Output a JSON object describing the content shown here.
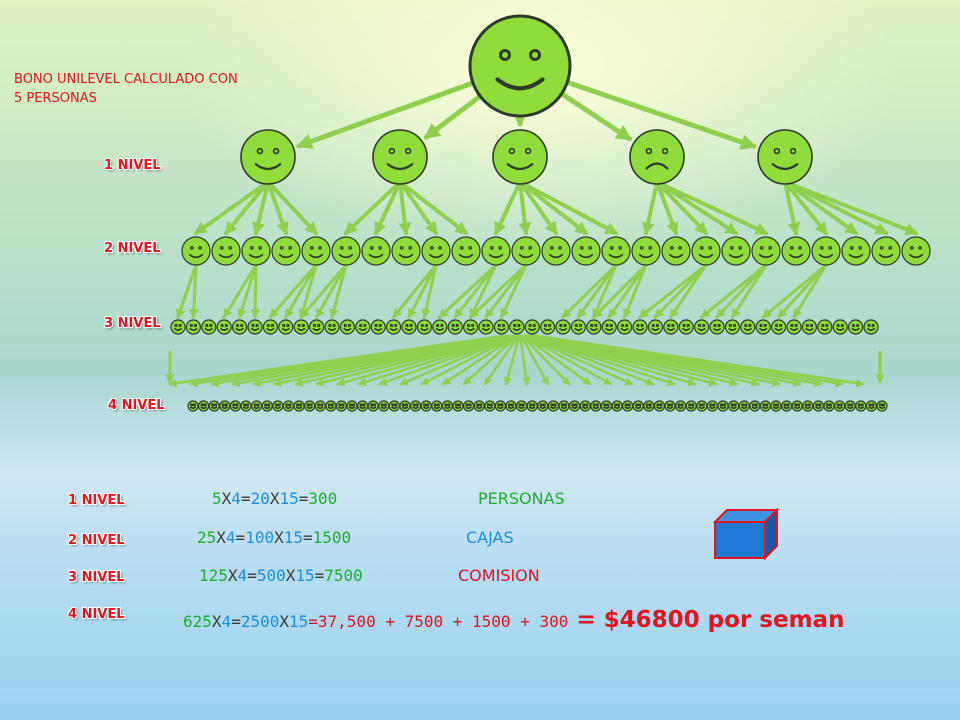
{
  "title": {
    "line1": "BONO UNILEVEL CALCULADO CON",
    "line2": "5 PERSONAS"
  },
  "diagram_levels": [
    "1 NIVEL",
    "2 NIVEL",
    "3 NIVEL",
    "4 NIVEL"
  ],
  "calc_levels": [
    "1 NIVEL",
    "2 NIVEL",
    "3 NIVEL",
    "4 NIVEL"
  ],
  "rows": [
    {
      "a": "5",
      "op1": "X",
      "b": "4",
      "op2": "=",
      "c": "20",
      "op3": "X",
      "d": "15",
      "op4": "=",
      "e": "300",
      "word": "PERSONAS",
      "word_color": "#1fae2c"
    },
    {
      "a": "25",
      "op1": "X",
      "b": "4",
      "op2": "=",
      "c": "100",
      "op3": "X",
      "d": "15",
      "op4": "=",
      "e": "1500",
      "word": "CAJAS",
      "word_color": "#1a8ee3"
    },
    {
      "a": "125",
      "op1": "X",
      "b": "4",
      "op2": "=",
      "c": "500",
      "op3": "X",
      "d": "15",
      "op4": "=",
      "e": "7500",
      "word": "COMISION",
      "word_color": "#e2141d"
    }
  ],
  "total_row": {
    "a": "625",
    "op1": "X",
    "b": "4",
    "op2": "=",
    "c": "2500",
    "op3": "X",
    "d": "15",
    "rest": "=37,500 + 7500 + 1500 + 300",
    "result": " = $46800 por seman"
  },
  "colors": {
    "face": "#8fdc3a",
    "face_outline": "#2f3a2a",
    "arrow": "#8fd14f",
    "accent_red": "#e2141d",
    "green": "#1fae2c",
    "blue": "#1a8ee3",
    "box": "#1f78d1"
  },
  "icons": {
    "person": "smiley-face-icon",
    "sad_person": "sad-face-icon",
    "arrow": "arrow-icon",
    "box": "cube-box-icon"
  }
}
